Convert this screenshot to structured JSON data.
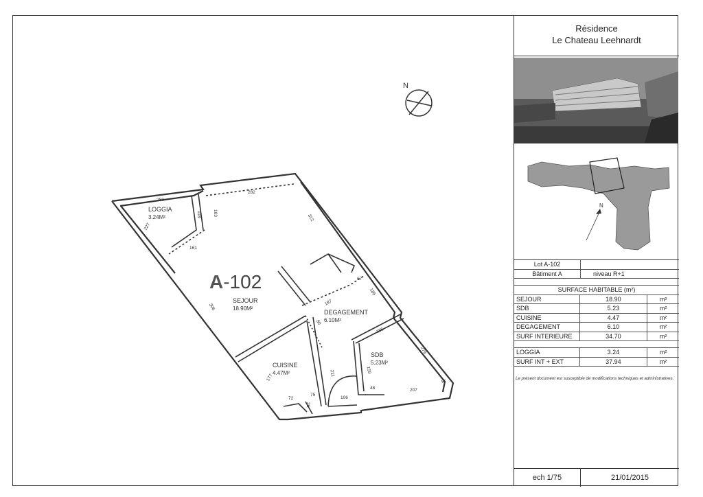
{
  "title": {
    "line1": "Résidence",
    "line2": "Le Chateau Leehnardt"
  },
  "compass": {
    "label": "N"
  },
  "site_map": {
    "north_label": "N"
  },
  "plan": {
    "lot_code_prefix": "A",
    "lot_code_suffix": "-102",
    "rooms": [
      {
        "name": "LOGGIA",
        "area": "3.24M²"
      },
      {
        "name": "SEJOUR",
        "area": "18.90M²"
      },
      {
        "name": "DEGAGEMENT",
        "area": "6.10M²"
      },
      {
        "name": "CUISINE",
        "area": "4.47M²"
      },
      {
        "name": "SDB",
        "area": "5.23M²"
      }
    ],
    "dimensions": [
      "250",
      "118",
      "227",
      "161",
      "103",
      "282",
      "312",
      "67",
      "185",
      "187",
      "80",
      "306",
      "165",
      "279",
      "211",
      "159",
      "177",
      "72",
      "75",
      "26",
      "106",
      "48",
      "207",
      "41"
    ]
  },
  "info": {
    "lot": "Lot A-102",
    "batiment": "Bâtiment A",
    "niveau": "niveau R+1",
    "surface_header": "SURFACE HABITABLE (m²)",
    "rows": [
      {
        "label": "SEJOUR",
        "value": "18.90",
        "unit": "m²"
      },
      {
        "label": "SDB",
        "value": "5.23",
        "unit": "m²"
      },
      {
        "label": "CUISINE",
        "value": "4.47",
        "unit": "m²"
      },
      {
        "label": "DEGAGEMENT",
        "value": "6.10",
        "unit": "m²"
      },
      {
        "label": "SURF INTERIEURE",
        "value": "34.70",
        "unit": "m²"
      }
    ],
    "rows2": [
      {
        "label": "LOGGIA",
        "value": "3.24",
        "unit": "m²"
      },
      {
        "label": "SURF INT + EXT",
        "value": "37.94",
        "unit": "m²"
      }
    ],
    "disclaimer": "Le présent document est susceptible de modifications techniques et administratives."
  },
  "footer": {
    "scale": "ech 1/75",
    "date": "21/01/2015"
  }
}
